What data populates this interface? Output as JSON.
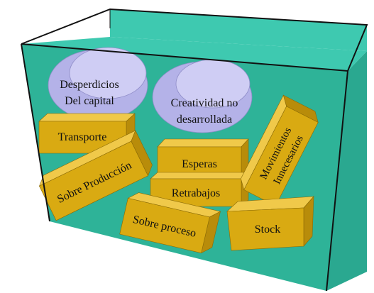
{
  "colors": {
    "water_front": "#2eb398",
    "water_top": "#3ec9b0",
    "water_side": "#2aa890",
    "brick_front": "#d9aa12",
    "brick_top": "#f0c94a",
    "brick_side": "#b88c0a",
    "cylinder_body": "#b4b2e8",
    "cylinder_top": "#cfcdf4",
    "glass_line": "#111111"
  },
  "cylinders": [
    {
      "id": "capital",
      "label_lines": [
        "Desperdicios",
        "Del capital"
      ]
    },
    {
      "id": "creatividad",
      "label_lines": [
        "Creatividad no",
        "desarrollada"
      ]
    }
  ],
  "bricks": [
    {
      "id": "transporte",
      "label": "Transporte"
    },
    {
      "id": "sobre-produccion",
      "label": "Sobre Producción"
    },
    {
      "id": "esperas",
      "label": "Esperas"
    },
    {
      "id": "retrabajos",
      "label": "Retrabajos"
    },
    {
      "id": "sobre-proceso",
      "label": "Sobre proceso"
    },
    {
      "id": "movimientos",
      "label_lines": [
        "Movimientos",
        "Innecesarios"
      ]
    },
    {
      "id": "stock",
      "label": "Stock"
    }
  ]
}
